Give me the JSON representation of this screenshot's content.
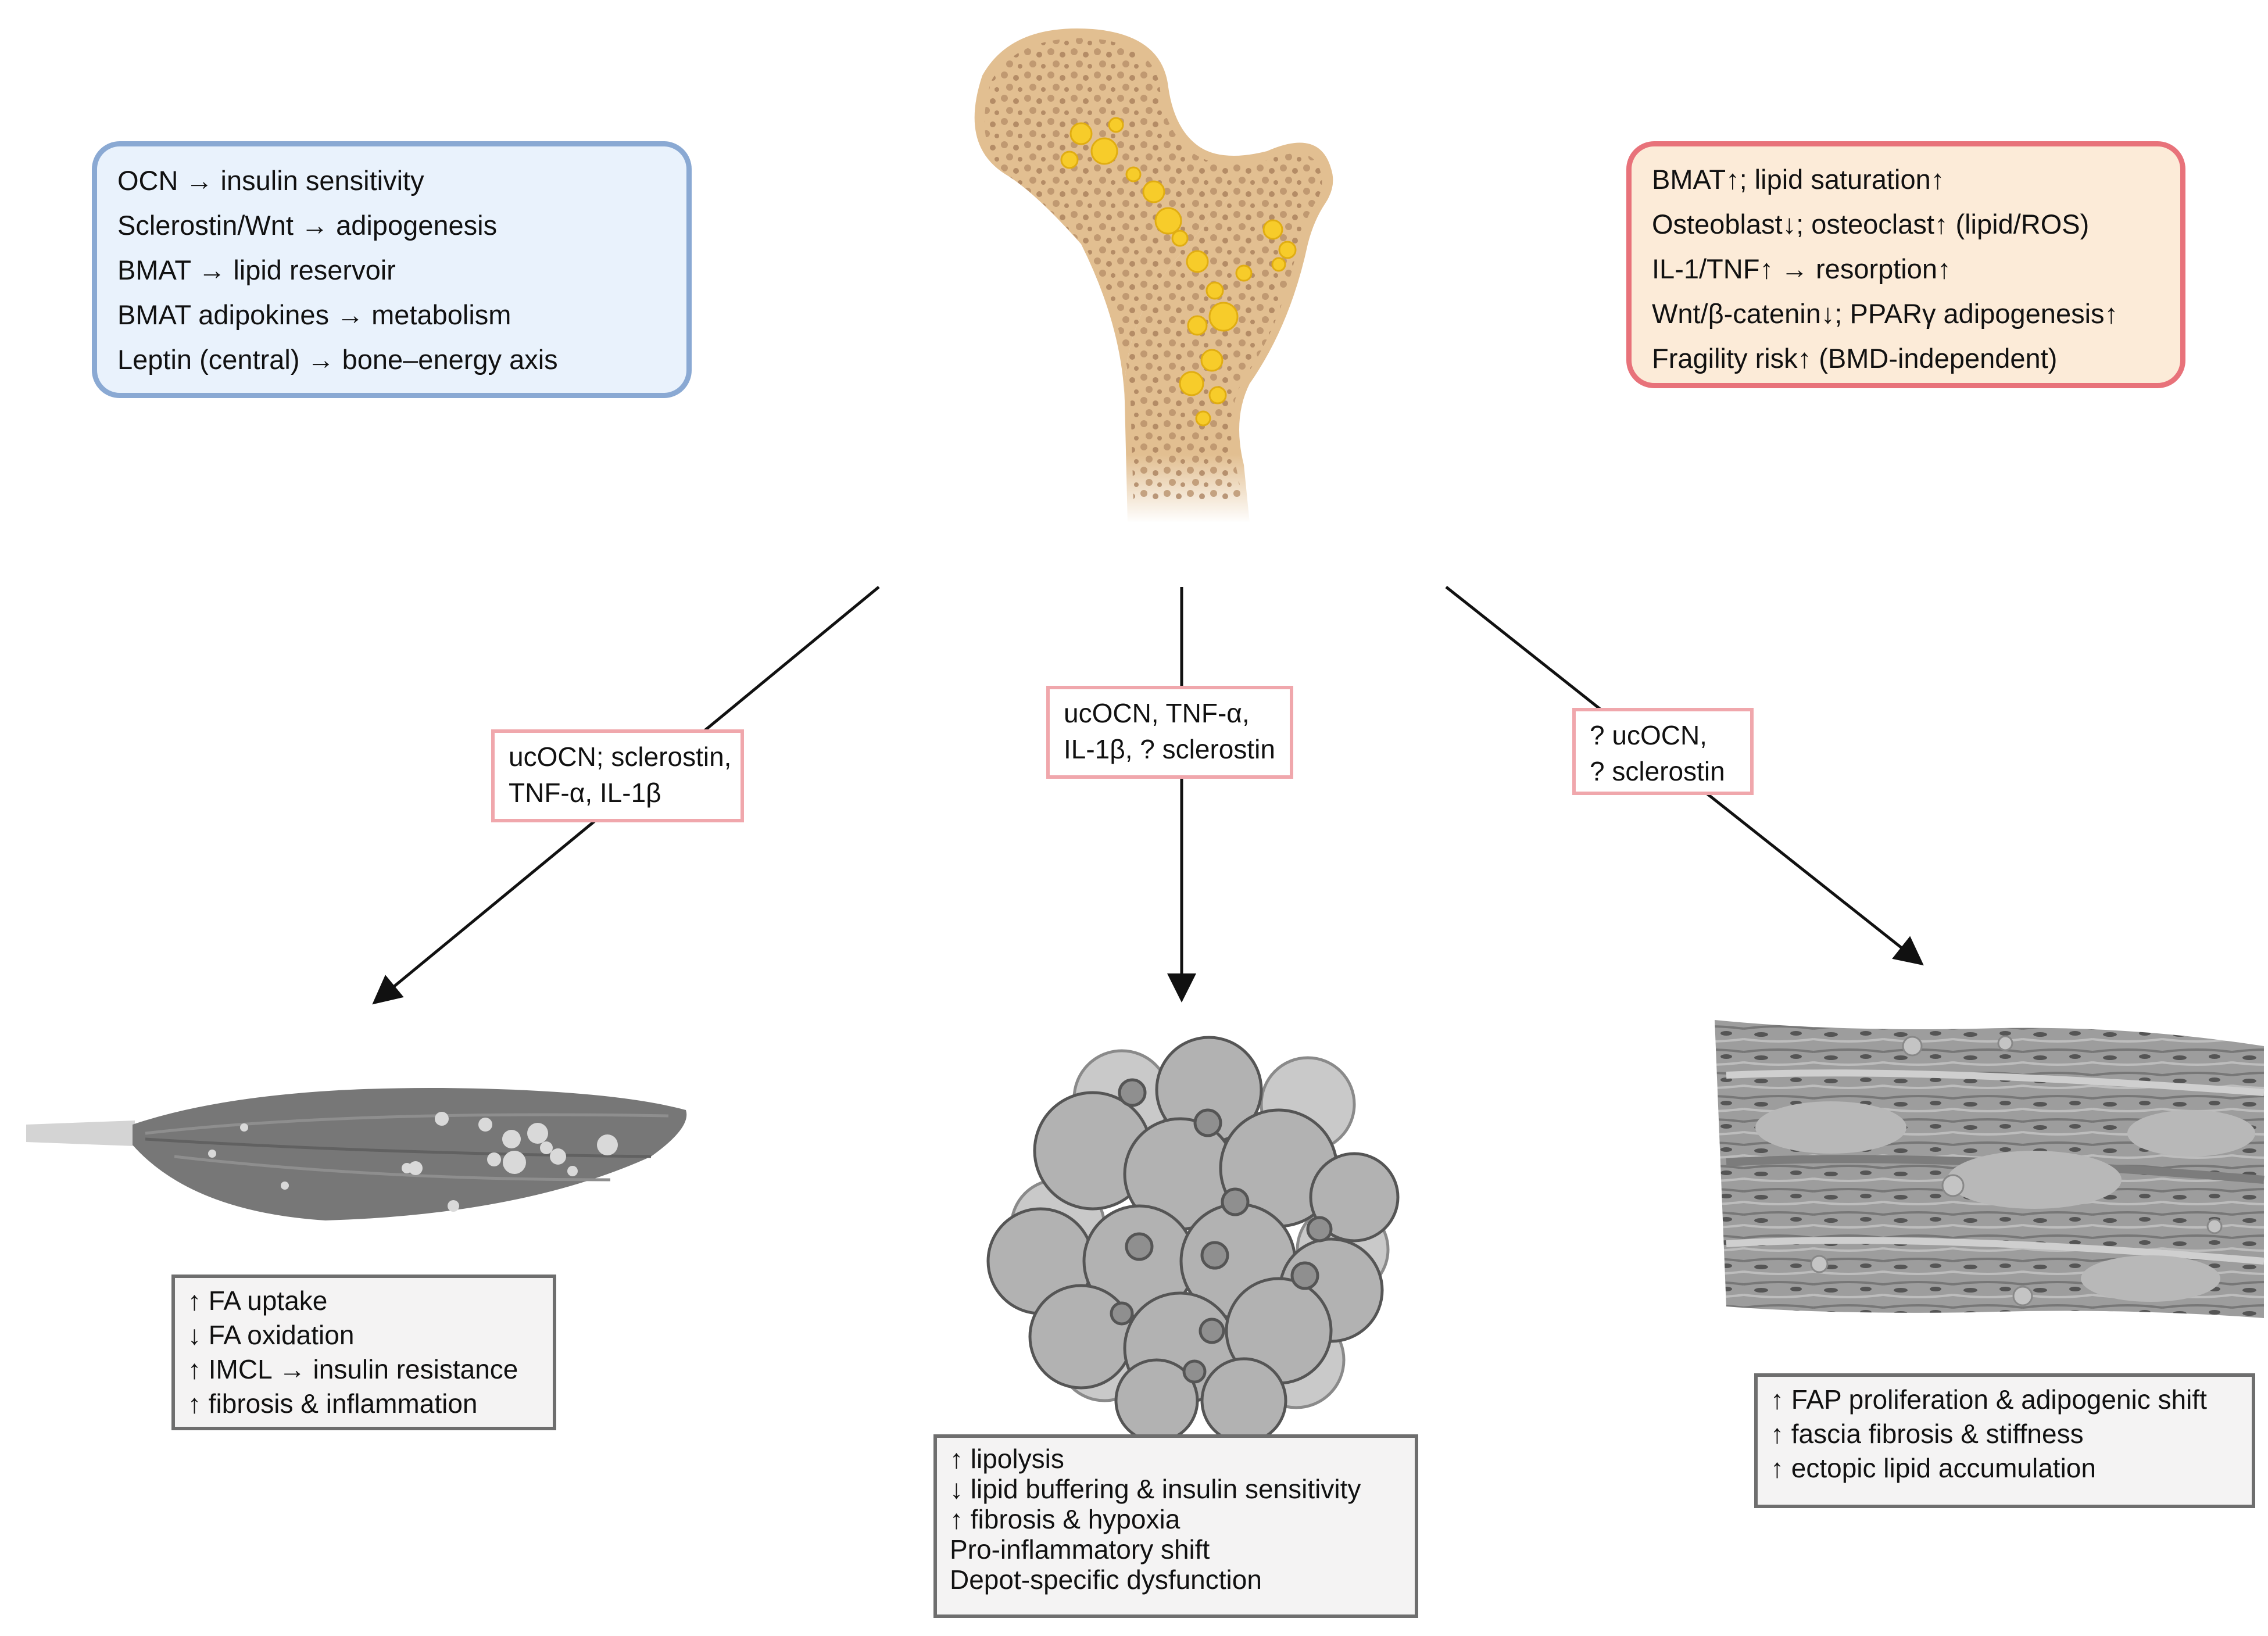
{
  "bone_box": {
    "lines": [
      "OCN → insulin sensitivity",
      "Sclerostin/Wnt → adipogenesis",
      "BMAT → lipid reservoir",
      "BMAT adipokines → metabolism",
      "Leptin (central) → bone–energy axis"
    ]
  },
  "pathology_box": {
    "lines": [
      "BMAT↑; lipid saturation↑",
      "Osteoblast↓; osteoclast↑ (lipid/ROS)",
      "IL-1/TNF↑ → resorption↑",
      "Wnt/β-catenin↓; PPARγ adipogenesis↑",
      "Fragility risk↑ (BMD-independent)"
    ]
  },
  "signals": {
    "muscle": [
      "ucOCN; sclerostin,",
      "TNF-α, IL-1β"
    ],
    "adipose": [
      "ucOCN, TNF-α,",
      "IL-1β, ? sclerostin"
    ],
    "fascia": [
      "? ucOCN,",
      "? sclerostin"
    ]
  },
  "effects": {
    "muscle": [
      "↑ FA uptake",
      "↓ FA oxidation",
      "↑ IMCL → insulin resistance",
      "↑ fibrosis & inflammation"
    ],
    "adipose": [
      "↑ lipolysis",
      "↓ lipid buffering & insulin sensitivity",
      "↑ fibrosis & hypoxia",
      "Pro-inflammatory shift",
      "Depot-specific dysfunction"
    ],
    "fascia": [
      "↑ FAP proliferation & adipogenic shift",
      "↑ fascia fibrosis & stiffness",
      "↑ ectopic lipid accumulation"
    ]
  },
  "colors": {
    "bone_box_fill": "#e9f2fc",
    "bone_box_border": "#8aa9d3",
    "pathology_box_fill": "#fcebd8",
    "pathology_box_border": "#e8727a",
    "signal_border": "#f0a7ac",
    "effect_fill": "#f4f3f3",
    "effect_border": "#6e6e6e",
    "bone": "#e2bf91",
    "marrow_fat": "#f7cc2a",
    "tissue_grey": "#9a9a9a"
  },
  "icons": [
    "femur-icon",
    "muscle-icon",
    "adipose-tissue-icon",
    "fascia-tissue-icon"
  ]
}
